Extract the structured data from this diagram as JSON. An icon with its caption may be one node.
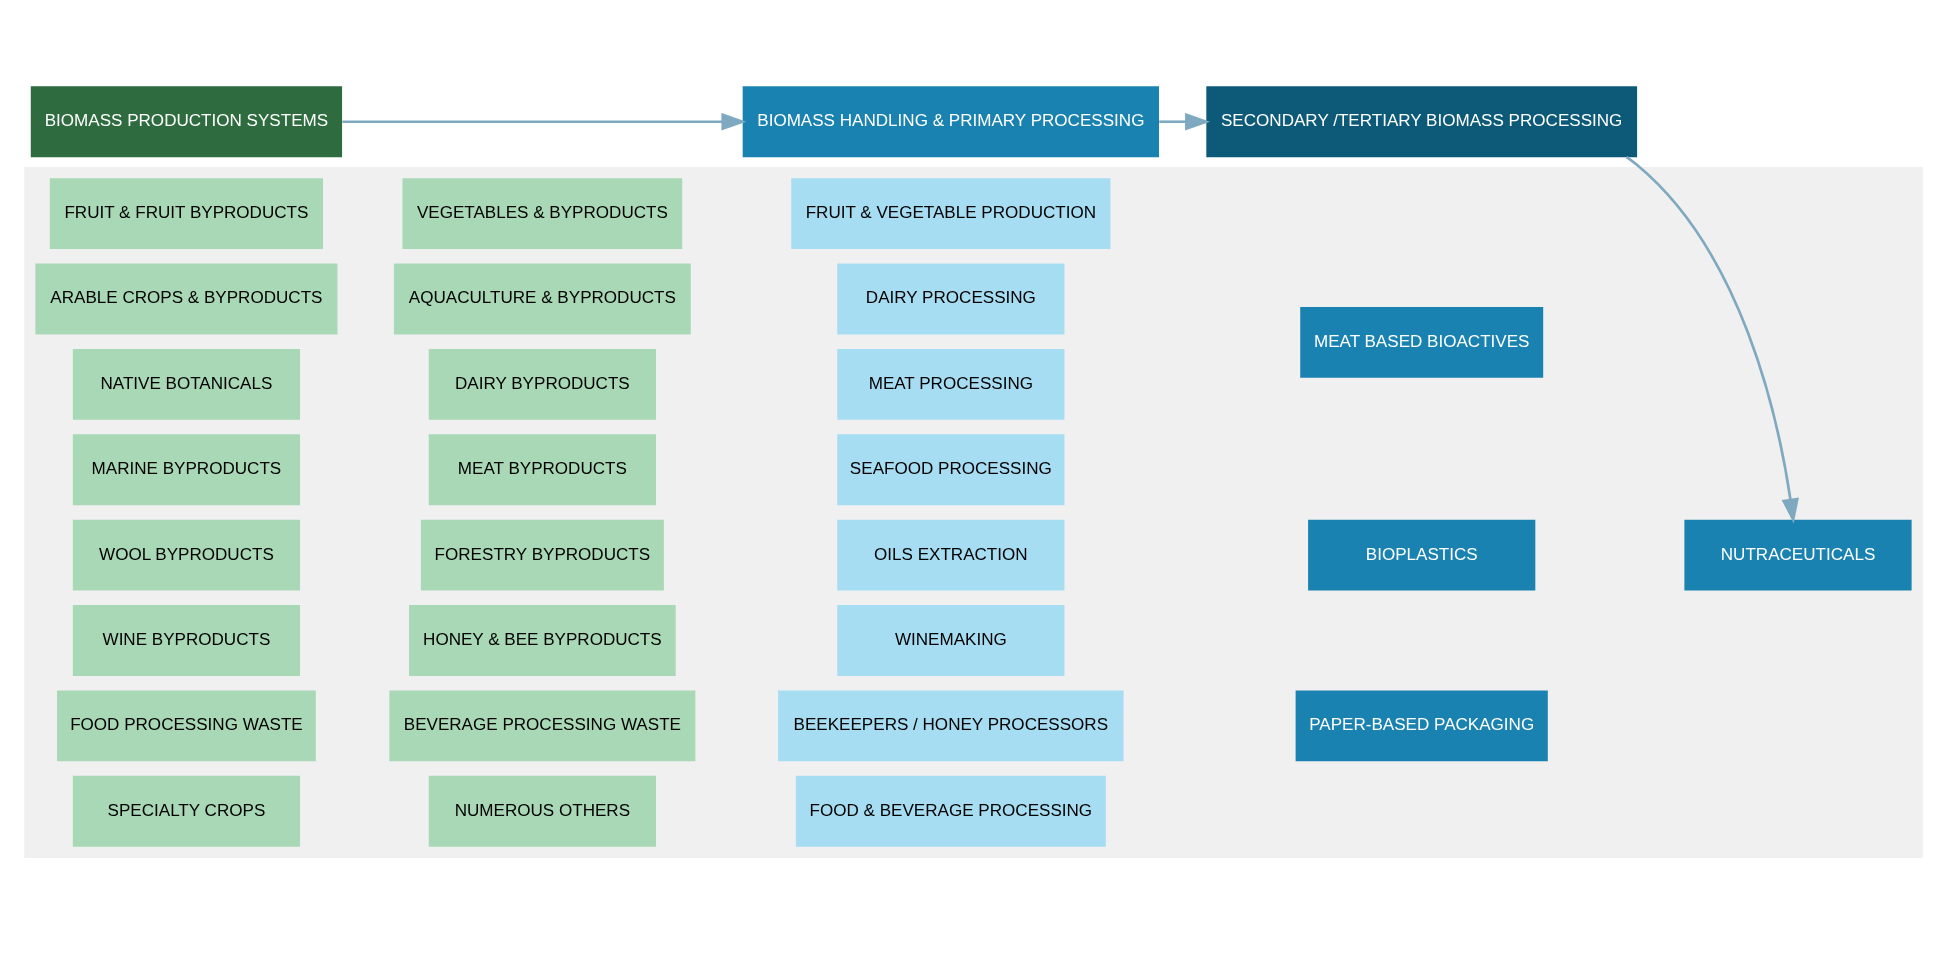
{
  "diagram": {
    "nodes": [
      {
        "text": [
          "BIOMASS PRODUCTION SYSTEMS"
        ]
      },
      {
        "text": [
          "BIOMASS HANDLING & PRIMARY PROCESSING"
        ]
      },
      {
        "text": [
          "SECONDARY /TERTIARY BIOMASS PROCESSING"
        ]
      },
      {
        "text": [],
        "shape": "band"
      },
      {
        "text": [
          "FRUIT & FRUIT BYPRODUCTS"
        ],
        "in": 3
      },
      {
        "text": [
          "VEGETABLES & BYPRODUCTS"
        ],
        "in": 3
      },
      {
        "text": [
          "ARABLE CROPS & BYPRODUCTS"
        ],
        "in": 3
      },
      {
        "text": [
          "AQUACULTURE & BYPRODUCTS"
        ],
        "in": 3
      },
      {
        "text": [
          "NATIVE BOTANICALS"
        ],
        "in": 3
      },
      {
        "text": [
          "DAIRY BYPRODUCTS"
        ],
        "in": 3
      },
      {
        "text": [
          "MARINE BYPRODUCTS"
        ],
        "in": 3
      },
      {
        "text": [
          "MEAT BYPRODUCTS"
        ],
        "in": 3
      },
      {
        "text": [
          "WOOL BYPRODUCTS"
        ],
        "in": 3
      },
      {
        "text": [
          "FORESTRY BYPRODUCTS"
        ],
        "in": 3
      },
      {
        "text": [
          "WINE BYPRODUCTS"
        ],
        "in": 3
      },
      {
        "text": [
          "HONEY & BEE BYPRODUCTS"
        ],
        "in": 3
      },
      {
        "text": [
          "FOOD PROCESSING WASTE"
        ],
        "in": 3
      },
      {
        "text": [
          "BEVERAGE PROCESSING WASTE"
        ],
        "in": 3
      },
      {
        "text": [
          "SPECIALTY CROPS"
        ],
        "in": 3
      },
      {
        "text": [
          "NUMEROUS OTHERS"
        ],
        "in": 3
      },
      {
        "text": [
          "FRUIT & VEGETABLE PRODUCTION"
        ],
        "in": 3
      },
      {
        "text": [
          "DAIRY PROCESSING"
        ],
        "in": 3
      },
      {
        "text": [
          "MEAT PROCESSING"
        ],
        "in": 3
      },
      {
        "text": [
          "SEAFOOD PROCESSING"
        ],
        "in": 3
      },
      {
        "text": [
          "OILS EXTRACTION"
        ],
        "in": 3
      },
      {
        "text": [
          "WINEMAKING"
        ],
        "in": 3
      },
      {
        "text": [
          "BEEKEEPERS / HONEY PROCESSORS"
        ],
        "in": 3
      },
      {
        "text": [
          "FOOD & BEVERAGE PROCESSING"
        ],
        "in": 3
      },
      {
        "text": [
          "MEAT BASED BIOACTIVES"
        ],
        "in": 3
      },
      {
        "text": [
          "BIOPLASTICS"
        ],
        "in": 3
      },
      {
        "text": [
          "PAPER-BASED PACKAGING"
        ],
        "in": 3
      },
      {
        "text": [
          "NUTRACEUTICALS"
        ],
        "in": 3
      }
    ],
    "edges": [
      {
        "from": 0,
        "to": 1,
        "arrow": "to"
      },
      {
        "from": 1,
        "to": 2,
        "arrow": "to"
      },
      {
        "from": 2,
        "to": 31,
        "arrow": "to"
      }
    ]
  }
}
